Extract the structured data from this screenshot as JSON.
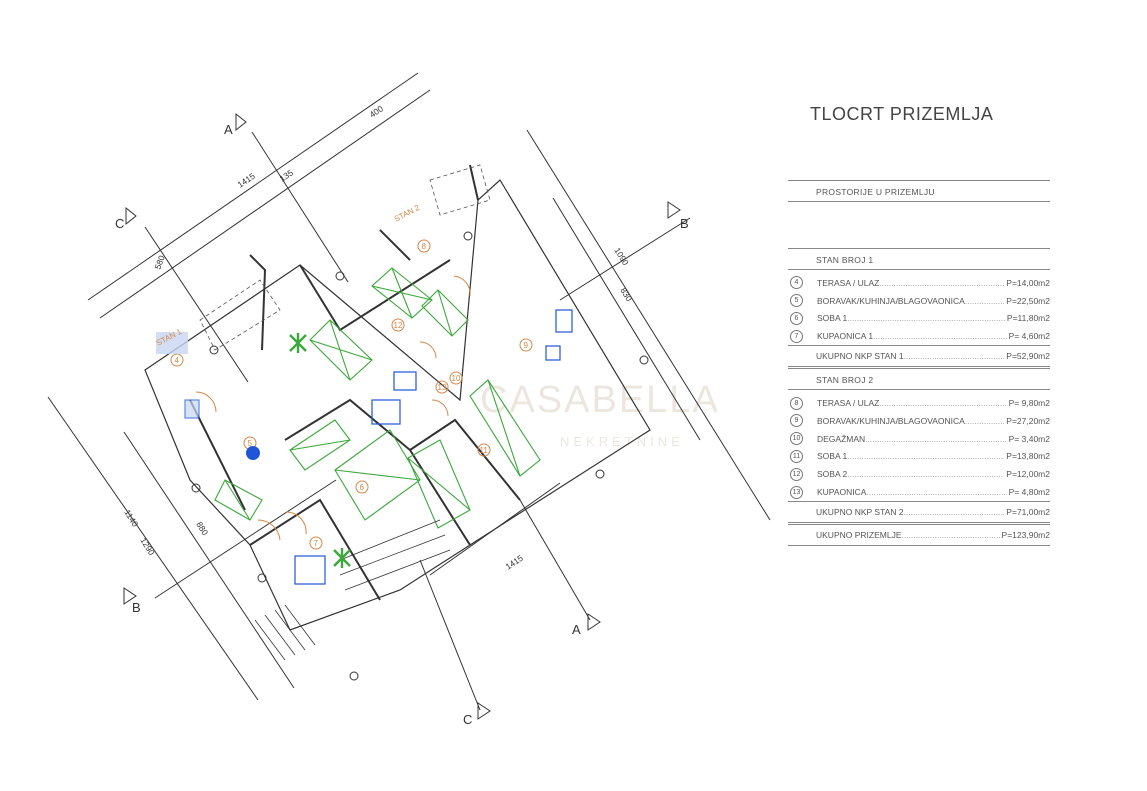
{
  "title": "TLOCRT PRIZEMLJA",
  "legend": {
    "header": "PROSTORIJE U PRIZEMLJU",
    "stan1": {
      "label": "STAN BROJ 1",
      "rooms": [
        {
          "num": "4",
          "name": "TERASA / ULAZ",
          "area": "P=14,00m2"
        },
        {
          "num": "5",
          "name": "BORAVAK/KUHINJA/BLAGOVAONICA",
          "area": "P=22,50m2"
        },
        {
          "num": "6",
          "name": "SOBA 1",
          "area": "P=11,80m2"
        },
        {
          "num": "7",
          "name": "KUPAONICA 1",
          "area": "P= 4,60m2"
        }
      ],
      "total_label": "UKUPNO NKP STAN 1",
      "total_value": "P=52,90m2"
    },
    "stan2": {
      "label": "STAN BROJ 2",
      "rooms": [
        {
          "num": "8",
          "name": "TERASA / ULAZ",
          "area": "P= 9,80m2"
        },
        {
          "num": "9",
          "name": "BORAVAK/KUHINJA/BLAGOVAONICA",
          "area": "P=27,20m2"
        },
        {
          "num": "10",
          "name": "DEGAŽMAN",
          "area": "P= 3,40m2"
        },
        {
          "num": "11",
          "name": "SOBA 1",
          "area": "P=13,80m2"
        },
        {
          "num": "12",
          "name": "SOBA 2",
          "area": "P=12,00m2"
        },
        {
          "num": "13",
          "name": "KUPAONICA",
          "area": "P= 4,80m2"
        }
      ],
      "total_label": "UKUPNO NKP STAN 2",
      "total_value": "P=71,00m2"
    },
    "grand_total_label": "UKUPNO PRIZEMLJE",
    "grand_total_value": "P=123,90m2"
  },
  "plan": {
    "section_labels": {
      "a_top": "A",
      "a_bottom": "A",
      "b_left": "B",
      "b_right": "B",
      "c_top": "C",
      "c_bottom": "C"
    },
    "unit_labels": {
      "stan1": "STAN 1",
      "stan2": "STAN 2"
    },
    "dimensions": {
      "d1415_top": "1415",
      "d400": "400",
      "d135": "135",
      "d580": "580",
      "d1090": "1090",
      "d830": "830",
      "d1140": "1140",
      "d1290": "1290",
      "d880": "880",
      "d1415_bottom": "1415"
    },
    "room_numbers": [
      "4",
      "5",
      "6",
      "7",
      "8",
      "9",
      "10",
      "11",
      "12",
      "13"
    ],
    "watermark": "CASABELLA",
    "watermark_sub": "NEKRETNINE",
    "colors": {
      "walls": "#444444",
      "rooms": "#3aa83a",
      "annot": "#d4884a",
      "blue": "#1f55d6"
    }
  }
}
